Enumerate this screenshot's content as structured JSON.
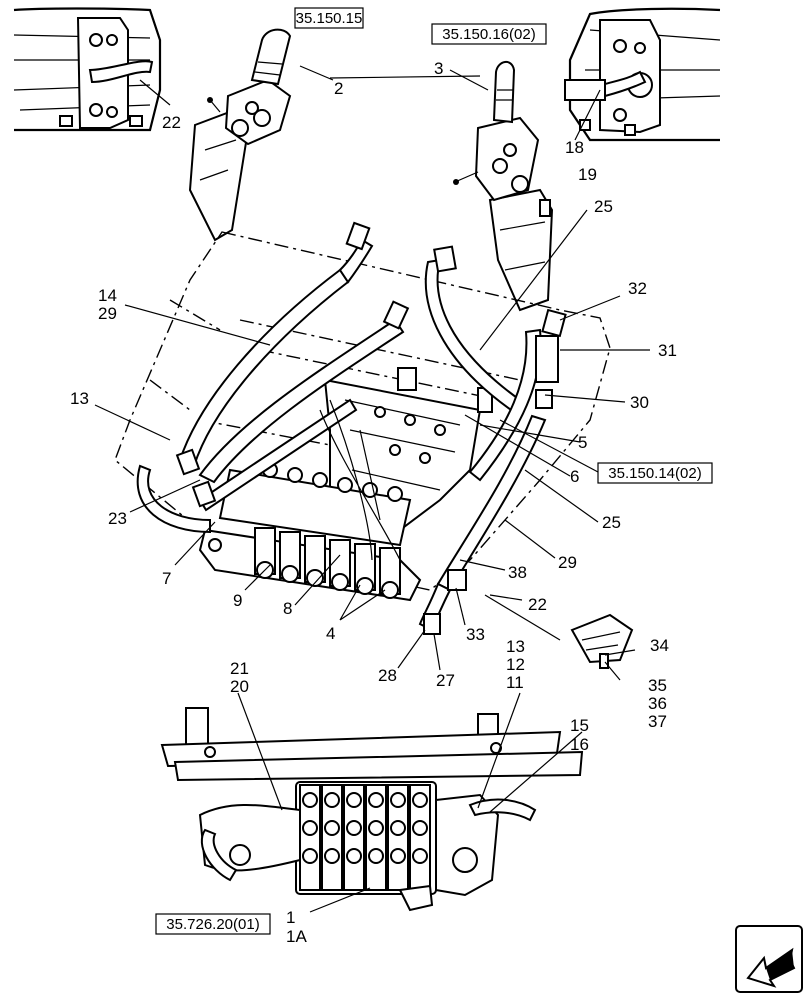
{
  "refs": {
    "r1": "35.150.15",
    "r2": "35.150.16(02)",
    "r3": "35.150.14(02)",
    "r4": "35.726.20(01)"
  },
  "labels": {
    "l2": "2",
    "l3": "3",
    "l22a": "22",
    "l18": "18",
    "l19": "19",
    "l25a": "25",
    "l14": "14",
    "l29a": "29",
    "l32": "32",
    "l31": "31",
    "l13a": "13",
    "l30": "30",
    "l5": "5",
    "l6": "6",
    "l23": "23",
    "l25b": "25",
    "l7": "7",
    "l29b": "29",
    "l38": "38",
    "l9": "9",
    "l8": "8",
    "l22b": "22",
    "l4": "4",
    "l33": "33",
    "l34": "34",
    "l13b": "13",
    "l12": "12",
    "l11": "11",
    "l28": "28",
    "l27": "27",
    "l35": "35",
    "l36": "36",
    "l37": "37",
    "l21": "21",
    "l20": "20",
    "l15": "15",
    "l16": "16",
    "l1": "1",
    "l1a": "1A"
  }
}
